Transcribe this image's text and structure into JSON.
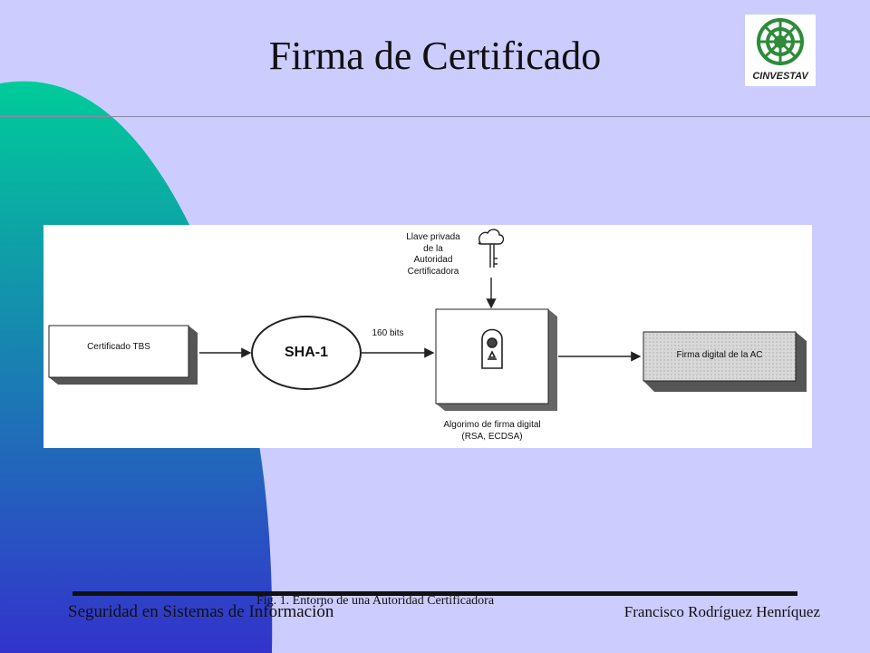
{
  "slide": {
    "title": "Firma de Certificado",
    "caption": "Fig. 1. Entorno de una Autoridad Certificadora",
    "footer_left": "Seguridad en Sistemas de Información",
    "footer_right": "Francisco Rodríguez Henríquez"
  },
  "logo": {
    "text": "CINVESTAV",
    "icon": "cinvestav-seal-icon"
  },
  "diagram": {
    "key_label": [
      "Llave privada",
      "de la",
      "Autoridad",
      "Certificadora"
    ],
    "tbs_label": "Certificado TBS",
    "hash_label": "SHA-1",
    "bits_label": "160 bits",
    "algo_label": [
      "Algorimo de firma digital",
      "(RSA, ECDSA)"
    ],
    "output_label": "Firma digital de la AC"
  },
  "colors": {
    "background": "#ccccff",
    "blob_top": "#00cc99",
    "blob_bottom": "#3333cc",
    "logo_green": "#2e8b3a"
  }
}
